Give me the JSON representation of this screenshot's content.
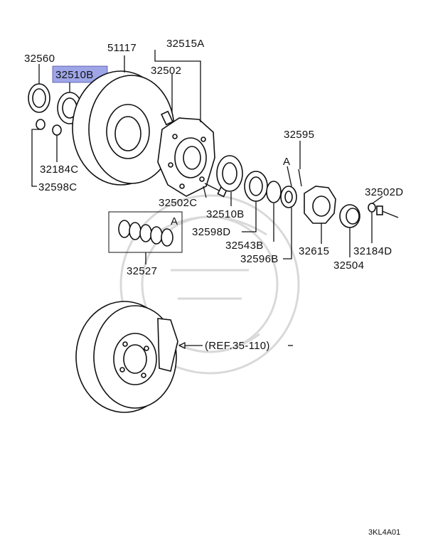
{
  "labels": {
    "l32560": "32560",
    "l32510B_top": "32510B",
    "l51117": "51117",
    "l32515A": "32515A",
    "l32502": "32502",
    "l32184C": "32184C",
    "l32598C": "32598C",
    "l32595": "32595",
    "lA_top": "A",
    "l32502D": "32502D",
    "l32502C": "32502C",
    "l32510B_mid": "32510B",
    "lA_left": "A",
    "l32598D": "32598D",
    "l32543B": "32543B",
    "l32596B": "32596B",
    "l32615": "32615",
    "l32184D": "32184D",
    "l32504": "32504",
    "l32527": "32527",
    "lref": "(REF.35-110)",
    "code": "3KL4A01"
  },
  "colors": {
    "highlight": "#9ea6e8",
    "line": "#111111",
    "watermark": "#d9d9d9"
  }
}
